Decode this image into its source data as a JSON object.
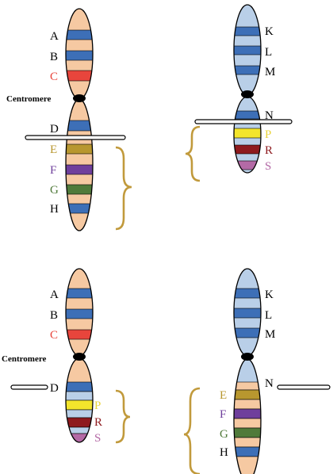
{
  "colors": {
    "orange_fill": "#f6c9a2",
    "blue_fill": "#b9cfe8",
    "band_blue": "#3d6fb7",
    "outline": "#000000",
    "brace": "#c19a3c",
    "red": "#e8453c",
    "gold": "#b8972f",
    "purple": "#6f3f9c",
    "green": "#507a3a",
    "yellow": "#f3e52c",
    "dark_red": "#8e1a1e",
    "pink": "#b46aa6"
  },
  "labels": {
    "centromere": "Centromere",
    "A": "A",
    "B": "B",
    "C": "C",
    "D": "D",
    "E": "E",
    "F": "F",
    "G": "G",
    "H": "H",
    "K": "K",
    "L": "L",
    "M": "M",
    "N": "N",
    "P": "P",
    "R": "R",
    "S": "S"
  }
}
